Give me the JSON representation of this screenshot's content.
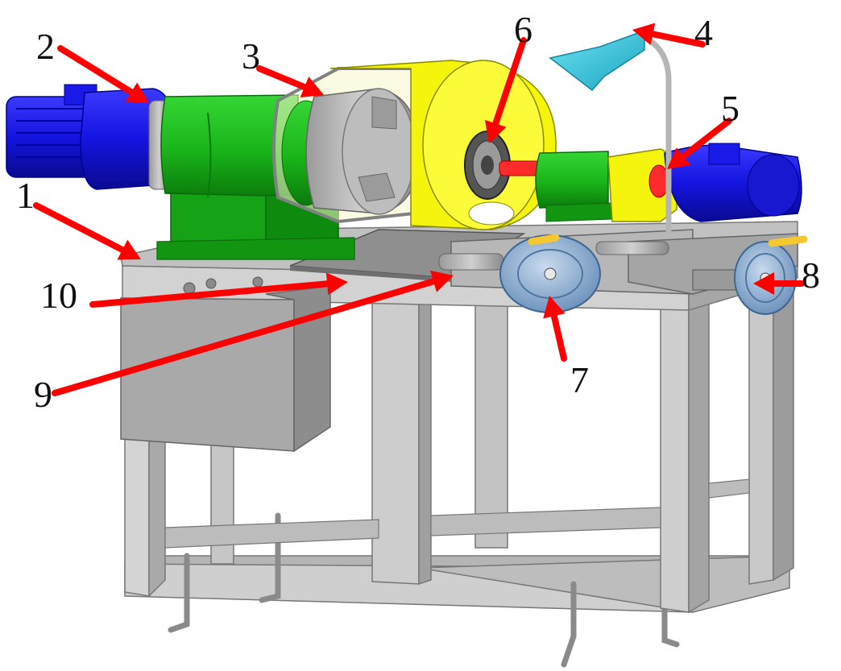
{
  "colors": {
    "frame": "#c9c9c9",
    "frame_shade": "#9e9e9e",
    "frame_dark": "#7b7b7b",
    "motor_blue": "#1414e0",
    "gearbox_green": "#19b419",
    "guard_yellow": "#f4f40c",
    "chuck_gray": "#a8a8a8",
    "handwheel": "#8fb0d4",
    "lamp_cyan": "#34c8e0",
    "shaft_red": "#ff2a2a",
    "arrow_red": "#ff0000",
    "label_black": "#111111"
  },
  "callouts": [
    {
      "text": "1",
      "part": "frame"
    },
    {
      "text": "2",
      "part": "motor"
    },
    {
      "text": "3",
      "part": "chuck-guard"
    },
    {
      "text": "4",
      "part": "lamp"
    },
    {
      "text": "5",
      "part": "tailstock-motor"
    },
    {
      "text": "6",
      "part": "cutter"
    },
    {
      "text": "7",
      "part": "cross-handwheel"
    },
    {
      "text": "8",
      "part": "feed-handwheel"
    },
    {
      "text": "9",
      "part": "slide-rail"
    },
    {
      "text": "10",
      "part": "work-table"
    }
  ]
}
